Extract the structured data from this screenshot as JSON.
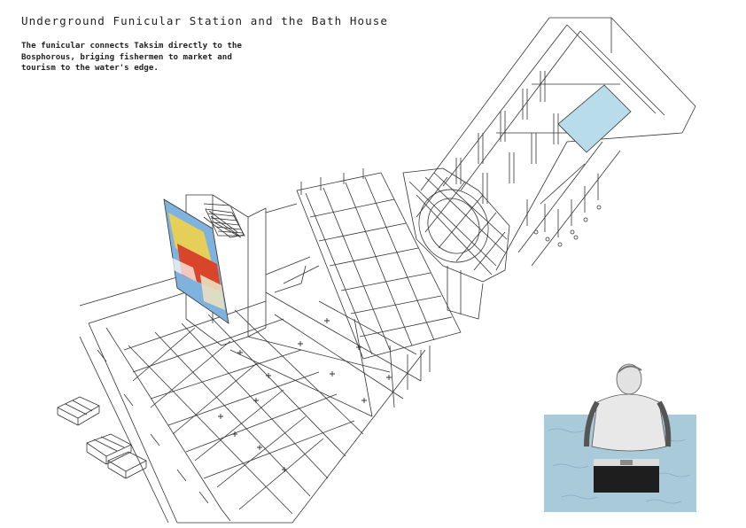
{
  "title": "Underground Funicular Station and the Bath House",
  "description_lines": [
    "The funicular connects Taksim directly to the",
    "Bosphorous, briging fishermen to market and",
    "tourism to the water's edge."
  ],
  "colors": {
    "line": "#333333",
    "pool": "#b9dcea",
    "water": "#a9cbd9",
    "billboard_blue": "#7fb2dc",
    "billboard_red": "#d9452b",
    "billboard_yellow": "#f2d14a"
  },
  "icons": {
    "billboard": "billboard-sign",
    "photo": "bather-photo"
  }
}
